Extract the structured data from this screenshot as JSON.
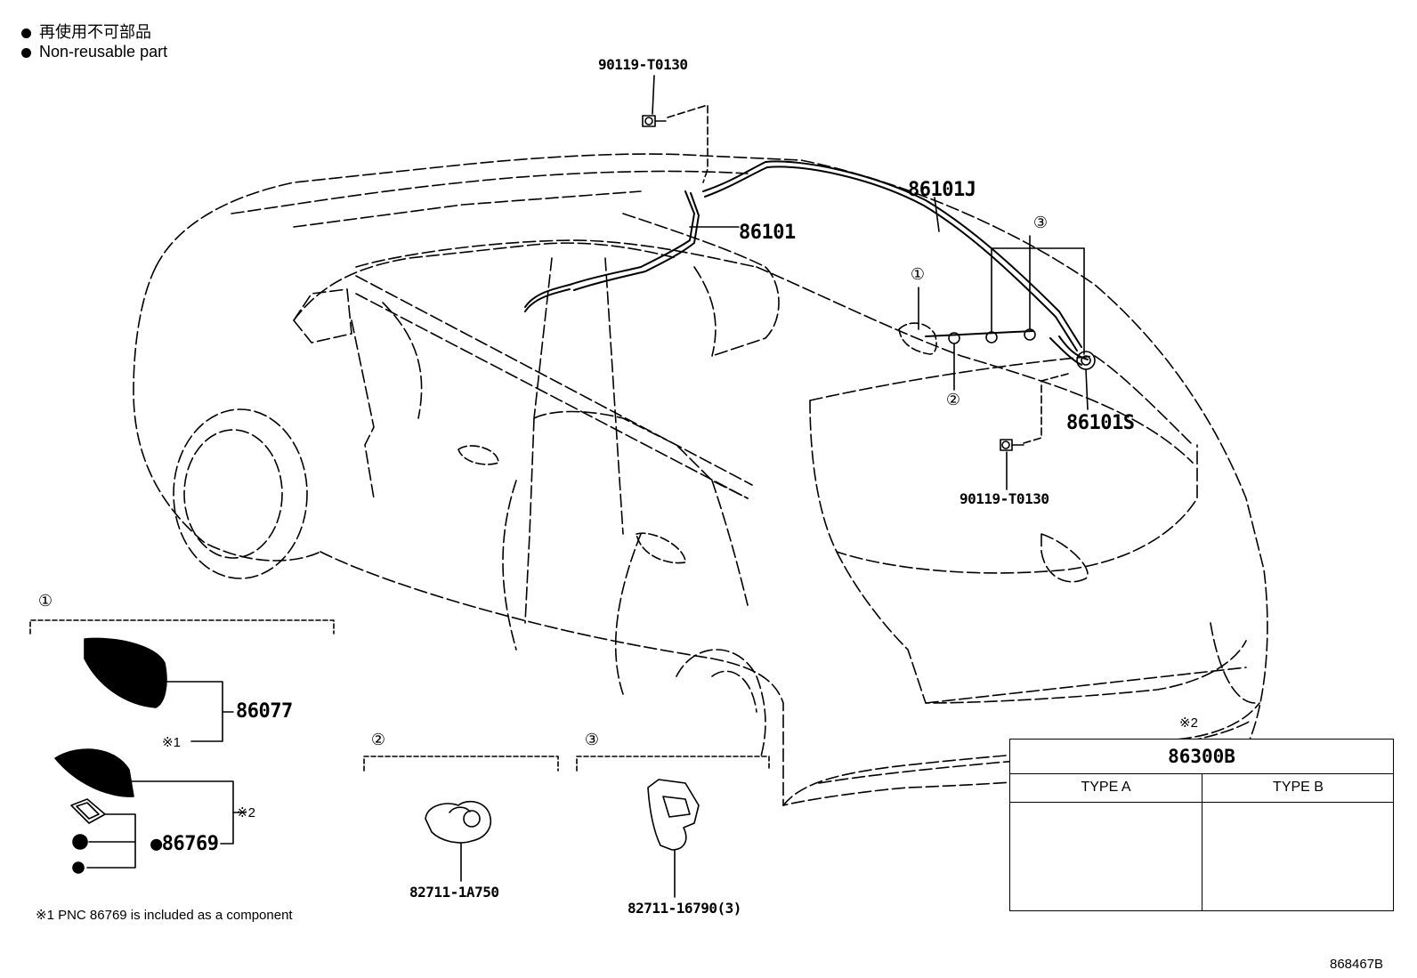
{
  "legend": {
    "jp": "再使用不可部品",
    "en": "Non-reusable part"
  },
  "callouts": {
    "bolt_top": "90119-T0130",
    "bolt_bottom": "90119-T0130",
    "wire_86101": "86101",
    "wire_86101J": "86101J",
    "wire_86101S": "86101S",
    "antenna_86077": "86077",
    "pad_86769": "●86769",
    "clamp_82711_1A750": "82711-1A750",
    "clamp_82711_16790": "82711-16790(3)"
  },
  "markers": {
    "one": "①",
    "two": "②",
    "three": "③",
    "note1": "※1",
    "note2": "※2"
  },
  "footnote": "※1 PNC 86769 is included as a component",
  "figure_id": "868467B",
  "type_box": {
    "marker": "※2",
    "title": "86300B",
    "type_a": "TYPE A",
    "type_b": "TYPE B"
  }
}
